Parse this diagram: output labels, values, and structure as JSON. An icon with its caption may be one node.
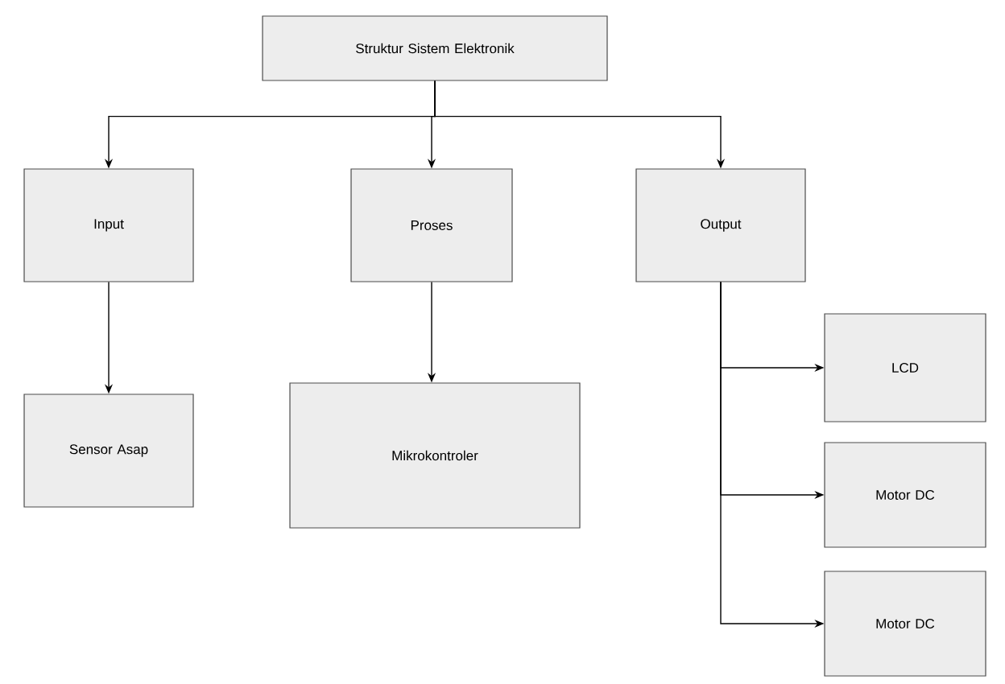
{
  "diagram": {
    "nodes": [
      {
        "text": [
          "Struktur Sistem Elektronik"
        ]
      },
      {
        "text": [
          "Input"
        ]
      },
      {
        "text": [
          "Proses"
        ]
      },
      {
        "text": [
          "Output"
        ]
      },
      {
        "text": [
          "Sensor Asap"
        ]
      },
      {
        "text": [
          "Mikrokontroler"
        ]
      },
      {
        "text": [
          "LCD"
        ]
      },
      {
        "text": [
          "Motor DC"
        ]
      },
      {
        "text": [
          "Motor DC"
        ]
      }
    ],
    "edges": [
      {
        "from": 0,
        "to": 1,
        "arrow": "to"
      },
      {
        "from": 0,
        "to": 2,
        "arrow": "to"
      },
      {
        "from": 0,
        "to": 3,
        "arrow": "to"
      },
      {
        "from": 1,
        "to": 4,
        "arrow": "to"
      },
      {
        "from": 2,
        "to": 5,
        "arrow": "to"
      },
      {
        "from": 3,
        "to": 6,
        "arrow": "to"
      },
      {
        "from": 3,
        "to": 7,
        "arrow": "to"
      },
      {
        "from": 3,
        "to": 8,
        "arrow": "to"
      }
    ]
  }
}
